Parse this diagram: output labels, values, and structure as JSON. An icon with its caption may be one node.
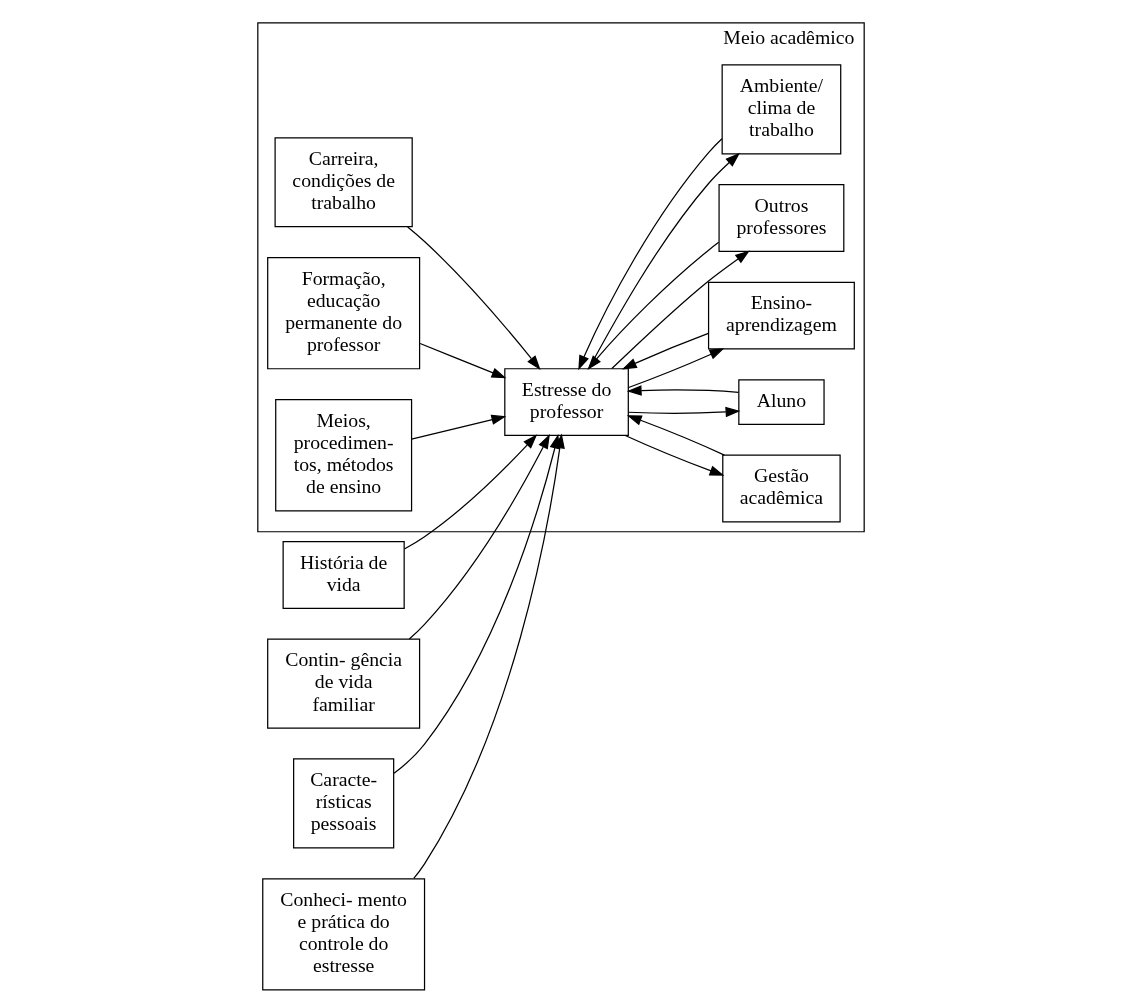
{
  "diagram": {
    "nodes": [
      {
        "text": [
          "Meio acadêmico"
        ]
      },
      {
        "text": [
          "História de vida"
        ]
      },
      {
        "text": [
          "Contin- gência de vida familiar"
        ]
      },
      {
        "text": [
          "Caracte- rísticas pessoais"
        ]
      },
      {
        "text": [
          "Conheci- mento e prática do controle do estresse"
        ]
      },
      {
        "text": [
          "Carreira, condições de trabalho"
        ],
        "in": 0
      },
      {
        "text": [
          "Estresse do professor"
        ],
        "in": 0
      },
      {
        "text": [
          "Gestão acadêmica"
        ],
        "in": 0
      },
      {
        "text": [
          "Aluno"
        ],
        "in": 0
      },
      {
        "text": [
          "Ensino- aprendizagem"
        ],
        "in": 0
      },
      {
        "text": [
          "Outros professores"
        ],
        "in": 0
      },
      {
        "text": [
          "Ambiente/ clima de trabalho"
        ],
        "in": 0
      },
      {
        "text": [
          "Formação, educação permanente do professor"
        ],
        "in": 0
      },
      {
        "text": [
          "Meios, procedimen- tos, métodos de ensino"
        ],
        "in": 0
      }
    ],
    "edges": [
      {
        "from": 1,
        "to": 6,
        "arrow": "to"
      },
      {
        "from": 2,
        "to": 6,
        "arrow": "to"
      },
      {
        "from": 3,
        "to": 6,
        "arrow": "to"
      },
      {
        "from": 4,
        "to": 6,
        "arrow": "to"
      },
      {
        "from": 5,
        "to": 6,
        "arrow": "to"
      },
      {
        "from": 6,
        "to": 7,
        "arrow": "to"
      },
      {
        "from": 7,
        "to": 6,
        "arrow": "to"
      },
      {
        "from": 8,
        "to": 6,
        "arrow": "to"
      },
      {
        "from": 6,
        "to": 8,
        "arrow": "to"
      },
      {
        "from": 6,
        "to": 9,
        "arrow": "to"
      },
      {
        "from": 9,
        "to": 6,
        "arrow": "to"
      },
      {
        "from": 6,
        "to": 10,
        "arrow": "to"
      },
      {
        "from": 10,
        "to": 6,
        "arrow": "to"
      },
      {
        "from": 11,
        "to": 6,
        "arrow": "to"
      },
      {
        "from": 6,
        "to": 11,
        "arrow": "to"
      },
      {
        "from": 12,
        "to": 6,
        "arrow": "to"
      },
      {
        "from": 13,
        "to": 6,
        "arrow": "to"
      }
    ]
  }
}
